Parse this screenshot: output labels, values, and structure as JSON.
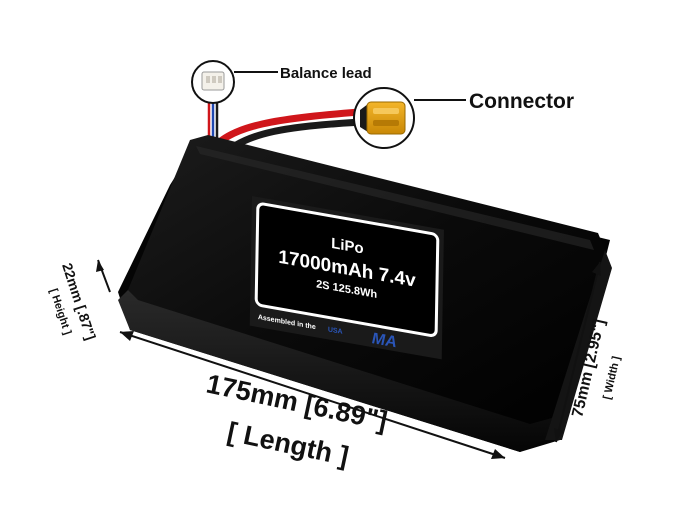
{
  "callouts": {
    "balance_lead": "Balance lead",
    "connector": "Connector"
  },
  "product_label": {
    "chemistry": "LiPo",
    "capacity_voltage": "17000mAh 7.4v",
    "config_energy": "2S 125.8Wh",
    "assembled": "Assembled in the ",
    "assembled_country": "USA",
    "logo_text": "MA"
  },
  "dimensions": {
    "length_value": "175mm [6.89\"]",
    "length_caption": "[ Length ]",
    "height_value": "22mm [.87\"]",
    "height_caption": "[ Height ]",
    "width_value": "75mm [2.95\"]",
    "width_caption": "[ Width ]"
  },
  "colors": {
    "battery_body": "#0b0b0b",
    "wire_red": "#d0161b",
    "wire_black": "#1a1a1a",
    "connector_yellow": "#e8a10f",
    "usa_blue": "#2a55b8"
  }
}
